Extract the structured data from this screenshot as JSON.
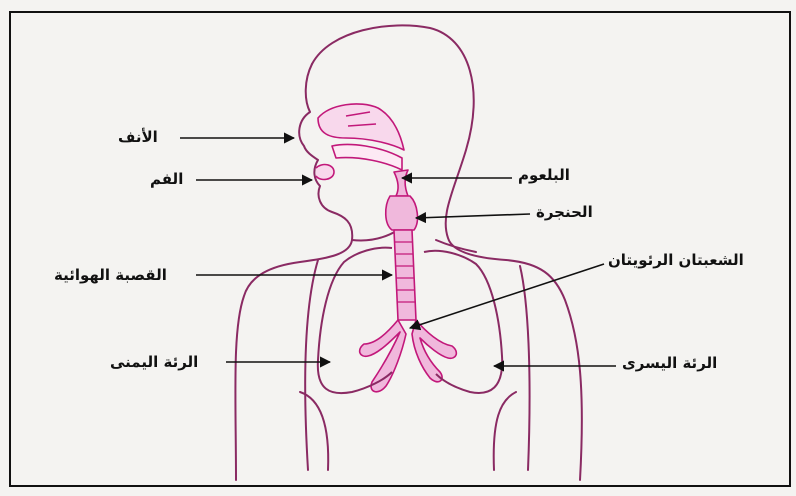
{
  "colors": {
    "background": "#f4f3f1",
    "outline": "#8a2a63",
    "organ_fill": "#f0b8dc",
    "organ_stroke": "#c2187a",
    "pointer": "#111111",
    "border": "#111111"
  },
  "labels": {
    "nose": "الأنف",
    "mouth": "الفم",
    "pharynx": "البلعوم",
    "larynx": "الحنجرة",
    "bronchi": "الشعبتان الرئويتان",
    "trachea": "القصبة الهوائية",
    "right_lung": "الرئة اليمنى",
    "left_lung": "الرئة اليسرى"
  }
}
